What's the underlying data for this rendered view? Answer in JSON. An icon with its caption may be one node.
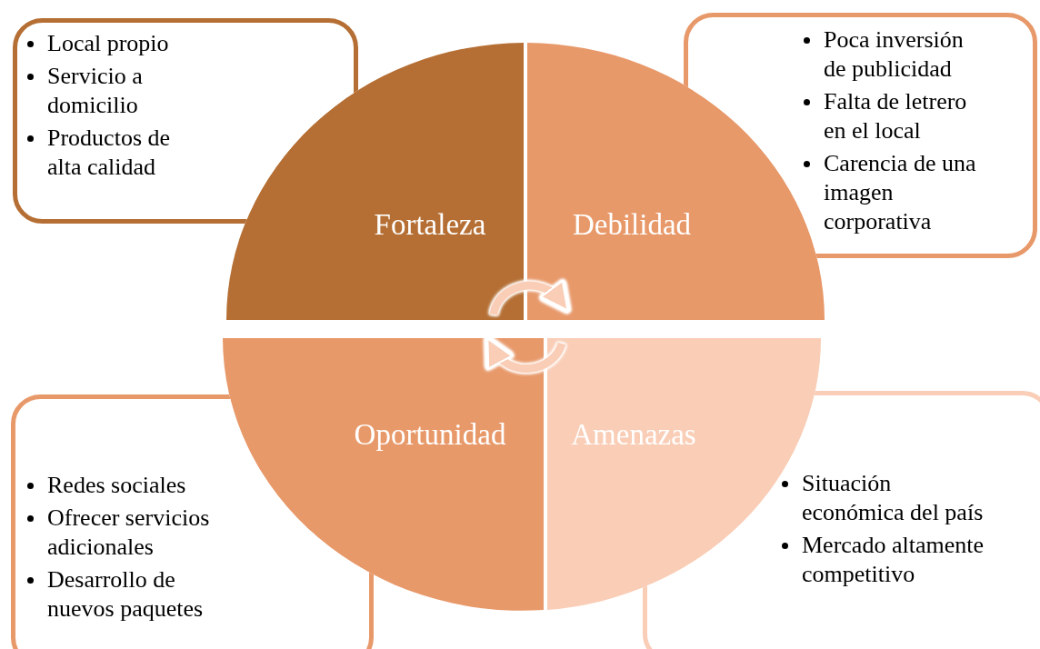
{
  "diagram": {
    "nodes": [
      {
        "text": [
          "Local propio",
          "Servicio a domicilio",
          "Productos de alta calidad"
        ]
      },
      {
        "text": [
          "Poca inversión de publicidad",
          "Falta de letrero en el local",
          "Carencia de una imagen corporativa"
        ]
      },
      {
        "text": [
          "Fortaleza"
        ]
      },
      {
        "text": [
          "Debilidad"
        ]
      },
      {
        "text": [
          "Oportunidad"
        ]
      },
      {
        "text": [
          "Amenazas"
        ]
      },
      {
        "text": [
          "Redes sociales",
          "Ofrecer servicios adicionales",
          "Desarrollo de nuevos paquetes"
        ]
      },
      {
        "text": [
          "Situación económica del país",
          "Mercado altamente competitivo"
        ]
      }
    ],
    "edges": [
      {
        "from": 2,
        "to": 3,
        "arrow": "to"
      },
      {
        "from": 5,
        "to": 4,
        "arrow": "to"
      }
    ]
  }
}
